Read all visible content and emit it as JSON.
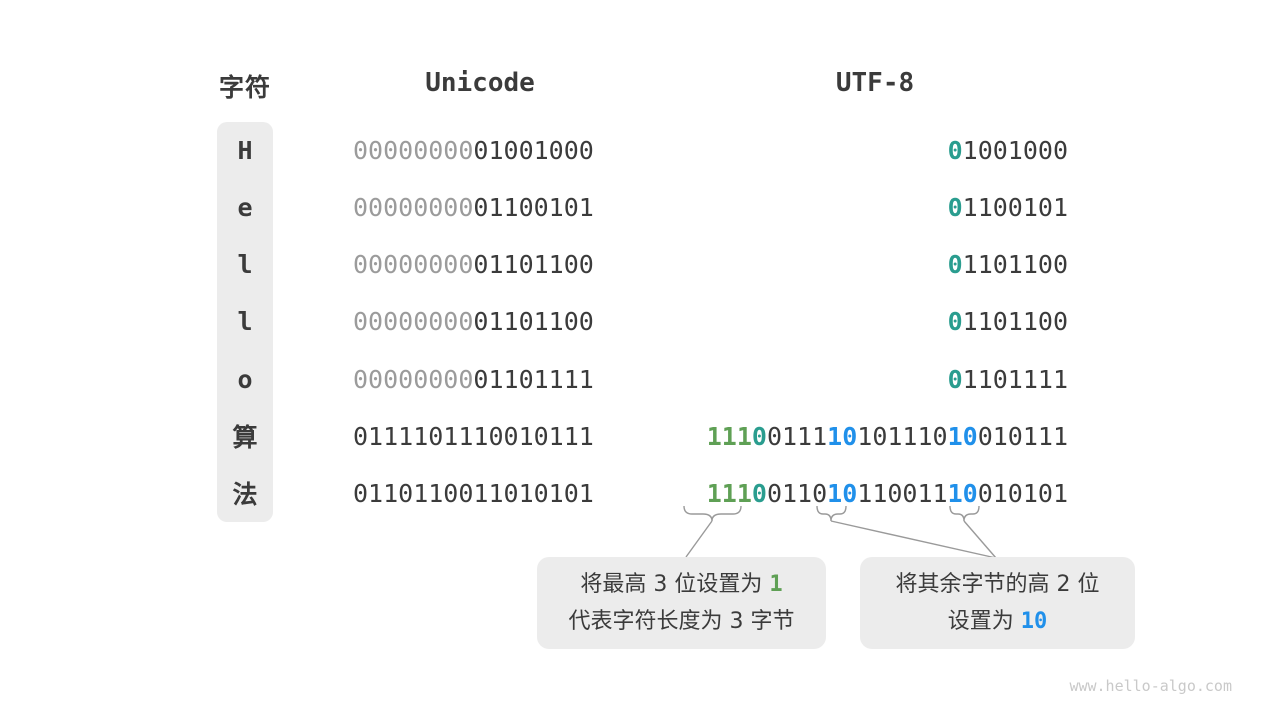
{
  "colors": {
    "text_dark": "#3b3b3b",
    "bit_gray": "#9b9b9b",
    "accent_green": "#5fa055",
    "accent_teal": "#2a9d8f",
    "accent_blue": "#2090ea",
    "box_bg": "#ececec"
  },
  "headers": {
    "char": "字符",
    "unicode": "Unicode",
    "utf8": "UTF-8"
  },
  "table": {
    "rows": [
      {
        "char": "H",
        "unicode": [
          [
            {
              "text": "00000000",
              "color": "gray"
            }
          ],
          [
            {
              "text": "01001000",
              "color": "dark"
            }
          ]
        ],
        "utf8": [
          [
            {
              "text": "0",
              "color": "teal",
              "bold": true
            },
            {
              "text": "1001000",
              "color": "dark"
            }
          ]
        ]
      },
      {
        "char": "e",
        "unicode": [
          [
            {
              "text": "00000000",
              "color": "gray"
            }
          ],
          [
            {
              "text": "01100101",
              "color": "dark"
            }
          ]
        ],
        "utf8": [
          [
            {
              "text": "0",
              "color": "teal",
              "bold": true
            },
            {
              "text": "1100101",
              "color": "dark"
            }
          ]
        ]
      },
      {
        "char": "l",
        "unicode": [
          [
            {
              "text": "00000000",
              "color": "gray"
            }
          ],
          [
            {
              "text": "01101100",
              "color": "dark"
            }
          ]
        ],
        "utf8": [
          [
            {
              "text": "0",
              "color": "teal",
              "bold": true
            },
            {
              "text": "1101100",
              "color": "dark"
            }
          ]
        ]
      },
      {
        "char": "l",
        "unicode": [
          [
            {
              "text": "00000000",
              "color": "gray"
            }
          ],
          [
            {
              "text": "01101100",
              "color": "dark"
            }
          ]
        ],
        "utf8": [
          [
            {
              "text": "0",
              "color": "teal",
              "bold": true
            },
            {
              "text": "1101100",
              "color": "dark"
            }
          ]
        ]
      },
      {
        "char": "o",
        "unicode": [
          [
            {
              "text": "00000000",
              "color": "gray"
            }
          ],
          [
            {
              "text": "01101111",
              "color": "dark"
            }
          ]
        ],
        "utf8": [
          [
            {
              "text": "0",
              "color": "teal",
              "bold": true
            },
            {
              "text": "1101111",
              "color": "dark"
            }
          ]
        ]
      },
      {
        "char": "算",
        "unicode": [
          [
            {
              "text": "01111011",
              "color": "dark"
            }
          ],
          [
            {
              "text": "10010111",
              "color": "dark"
            }
          ]
        ],
        "utf8": [
          [
            {
              "text": "111",
              "color": "green",
              "bold": true
            },
            {
              "text": "0",
              "color": "teal",
              "bold": true
            },
            {
              "text": "0111",
              "color": "dark"
            }
          ],
          [
            {
              "text": "10",
              "color": "blue",
              "bold": true
            },
            {
              "text": "101110",
              "color": "dark"
            }
          ],
          [
            {
              "text": "10",
              "color": "blue",
              "bold": true
            },
            {
              "text": "010111",
              "color": "dark"
            }
          ]
        ]
      },
      {
        "char": "法",
        "unicode": [
          [
            {
              "text": "01101100",
              "color": "dark"
            }
          ],
          [
            {
              "text": "11010101",
              "color": "dark"
            }
          ]
        ],
        "utf8": [
          [
            {
              "text": "111",
              "color": "green",
              "bold": true
            },
            {
              "text": "0",
              "color": "teal",
              "bold": true
            },
            {
              "text": "0110",
              "color": "dark"
            }
          ],
          [
            {
              "text": "10",
              "color": "blue",
              "bold": true
            },
            {
              "text": "110011",
              "color": "dark"
            }
          ],
          [
            {
              "text": "10",
              "color": "blue",
              "bold": true
            },
            {
              "text": "010101",
              "color": "dark"
            }
          ]
        ]
      }
    ]
  },
  "annotations": {
    "left": {
      "lines": [
        [
          {
            "text": "将最高 3 位设置为 ",
            "color": "dark"
          },
          {
            "text": "1",
            "color": "green",
            "bold": true,
            "mono": true
          }
        ],
        [
          {
            "text": "代表字符长度为 3 字节",
            "color": "dark"
          }
        ]
      ]
    },
    "right": {
      "lines": [
        [
          {
            "text": "将其余字节的高 2 位",
            "color": "dark"
          }
        ],
        [
          {
            "text": "设置为 ",
            "color": "dark"
          },
          {
            "text": "10",
            "color": "blue",
            "bold": true,
            "mono": true
          }
        ]
      ]
    }
  },
  "watermark": "www.hello-algo.com"
}
